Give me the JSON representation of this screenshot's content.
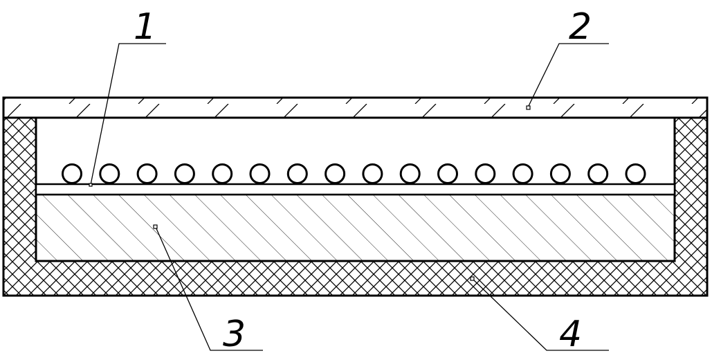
{
  "labels": [
    {
      "id": "1",
      "text": "1"
    },
    {
      "id": "2",
      "text": "2"
    },
    {
      "id": "3",
      "text": "3"
    },
    {
      "id": "4",
      "text": "4"
    }
  ],
  "ball_count": 16,
  "colors": {
    "line": "#000000",
    "background": "#ffffff"
  }
}
